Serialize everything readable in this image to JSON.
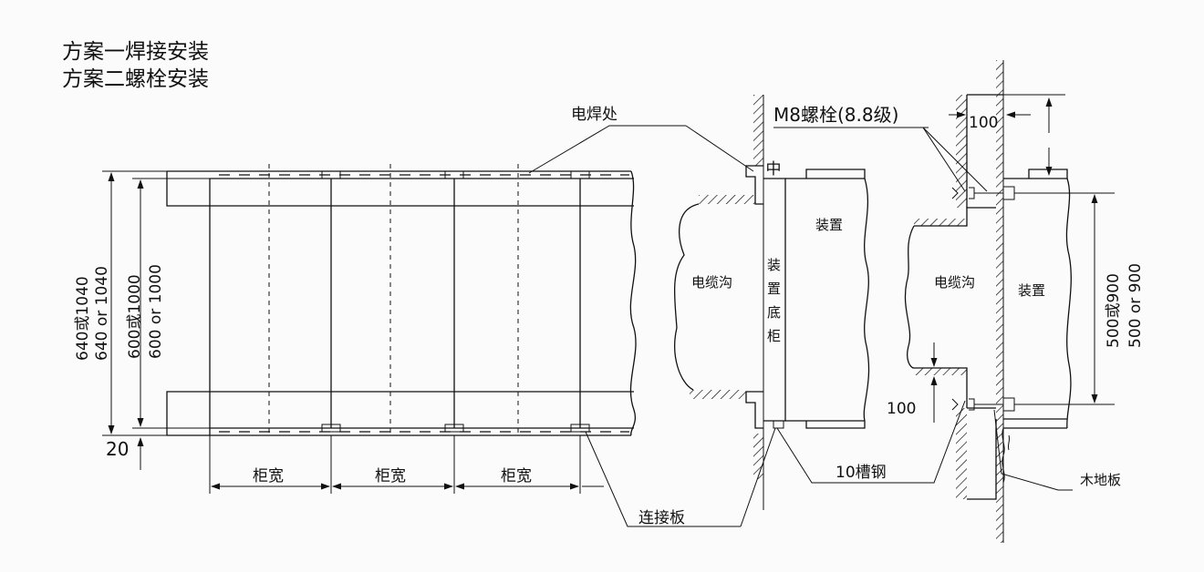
{
  "titles": {
    "line1": "方案一焊接安装",
    "line2": "方案二螺栓安装"
  },
  "labels": {
    "weld_point": "电焊处",
    "bolt": "M8螺栓(8.8级)",
    "dim_100_top": "100",
    "dim_100_bottom": "100",
    "dim_20": "20",
    "height_outer_cn": "640或1040",
    "height_outer_en": "640 or 1040",
    "height_inner_cn": "600或1000",
    "height_inner_en": "600 or 1000",
    "height_right_cn": "500或900",
    "height_right_en": "500 or 900",
    "cabinet_width_1": "柜宽",
    "cabinet_width_2": "柜宽",
    "cabinet_width_3": "柜宽",
    "cable_trench_1": "电缆沟",
    "cable_trench_2": "电缆沟",
    "device_1": "装置",
    "device_2": "装置",
    "base_cabinet": [
      "装",
      "置",
      "底",
      "柜"
    ],
    "channel_steel": "10槽钢",
    "connecting_plate": "连接板",
    "wood_floor": "木地板"
  }
}
